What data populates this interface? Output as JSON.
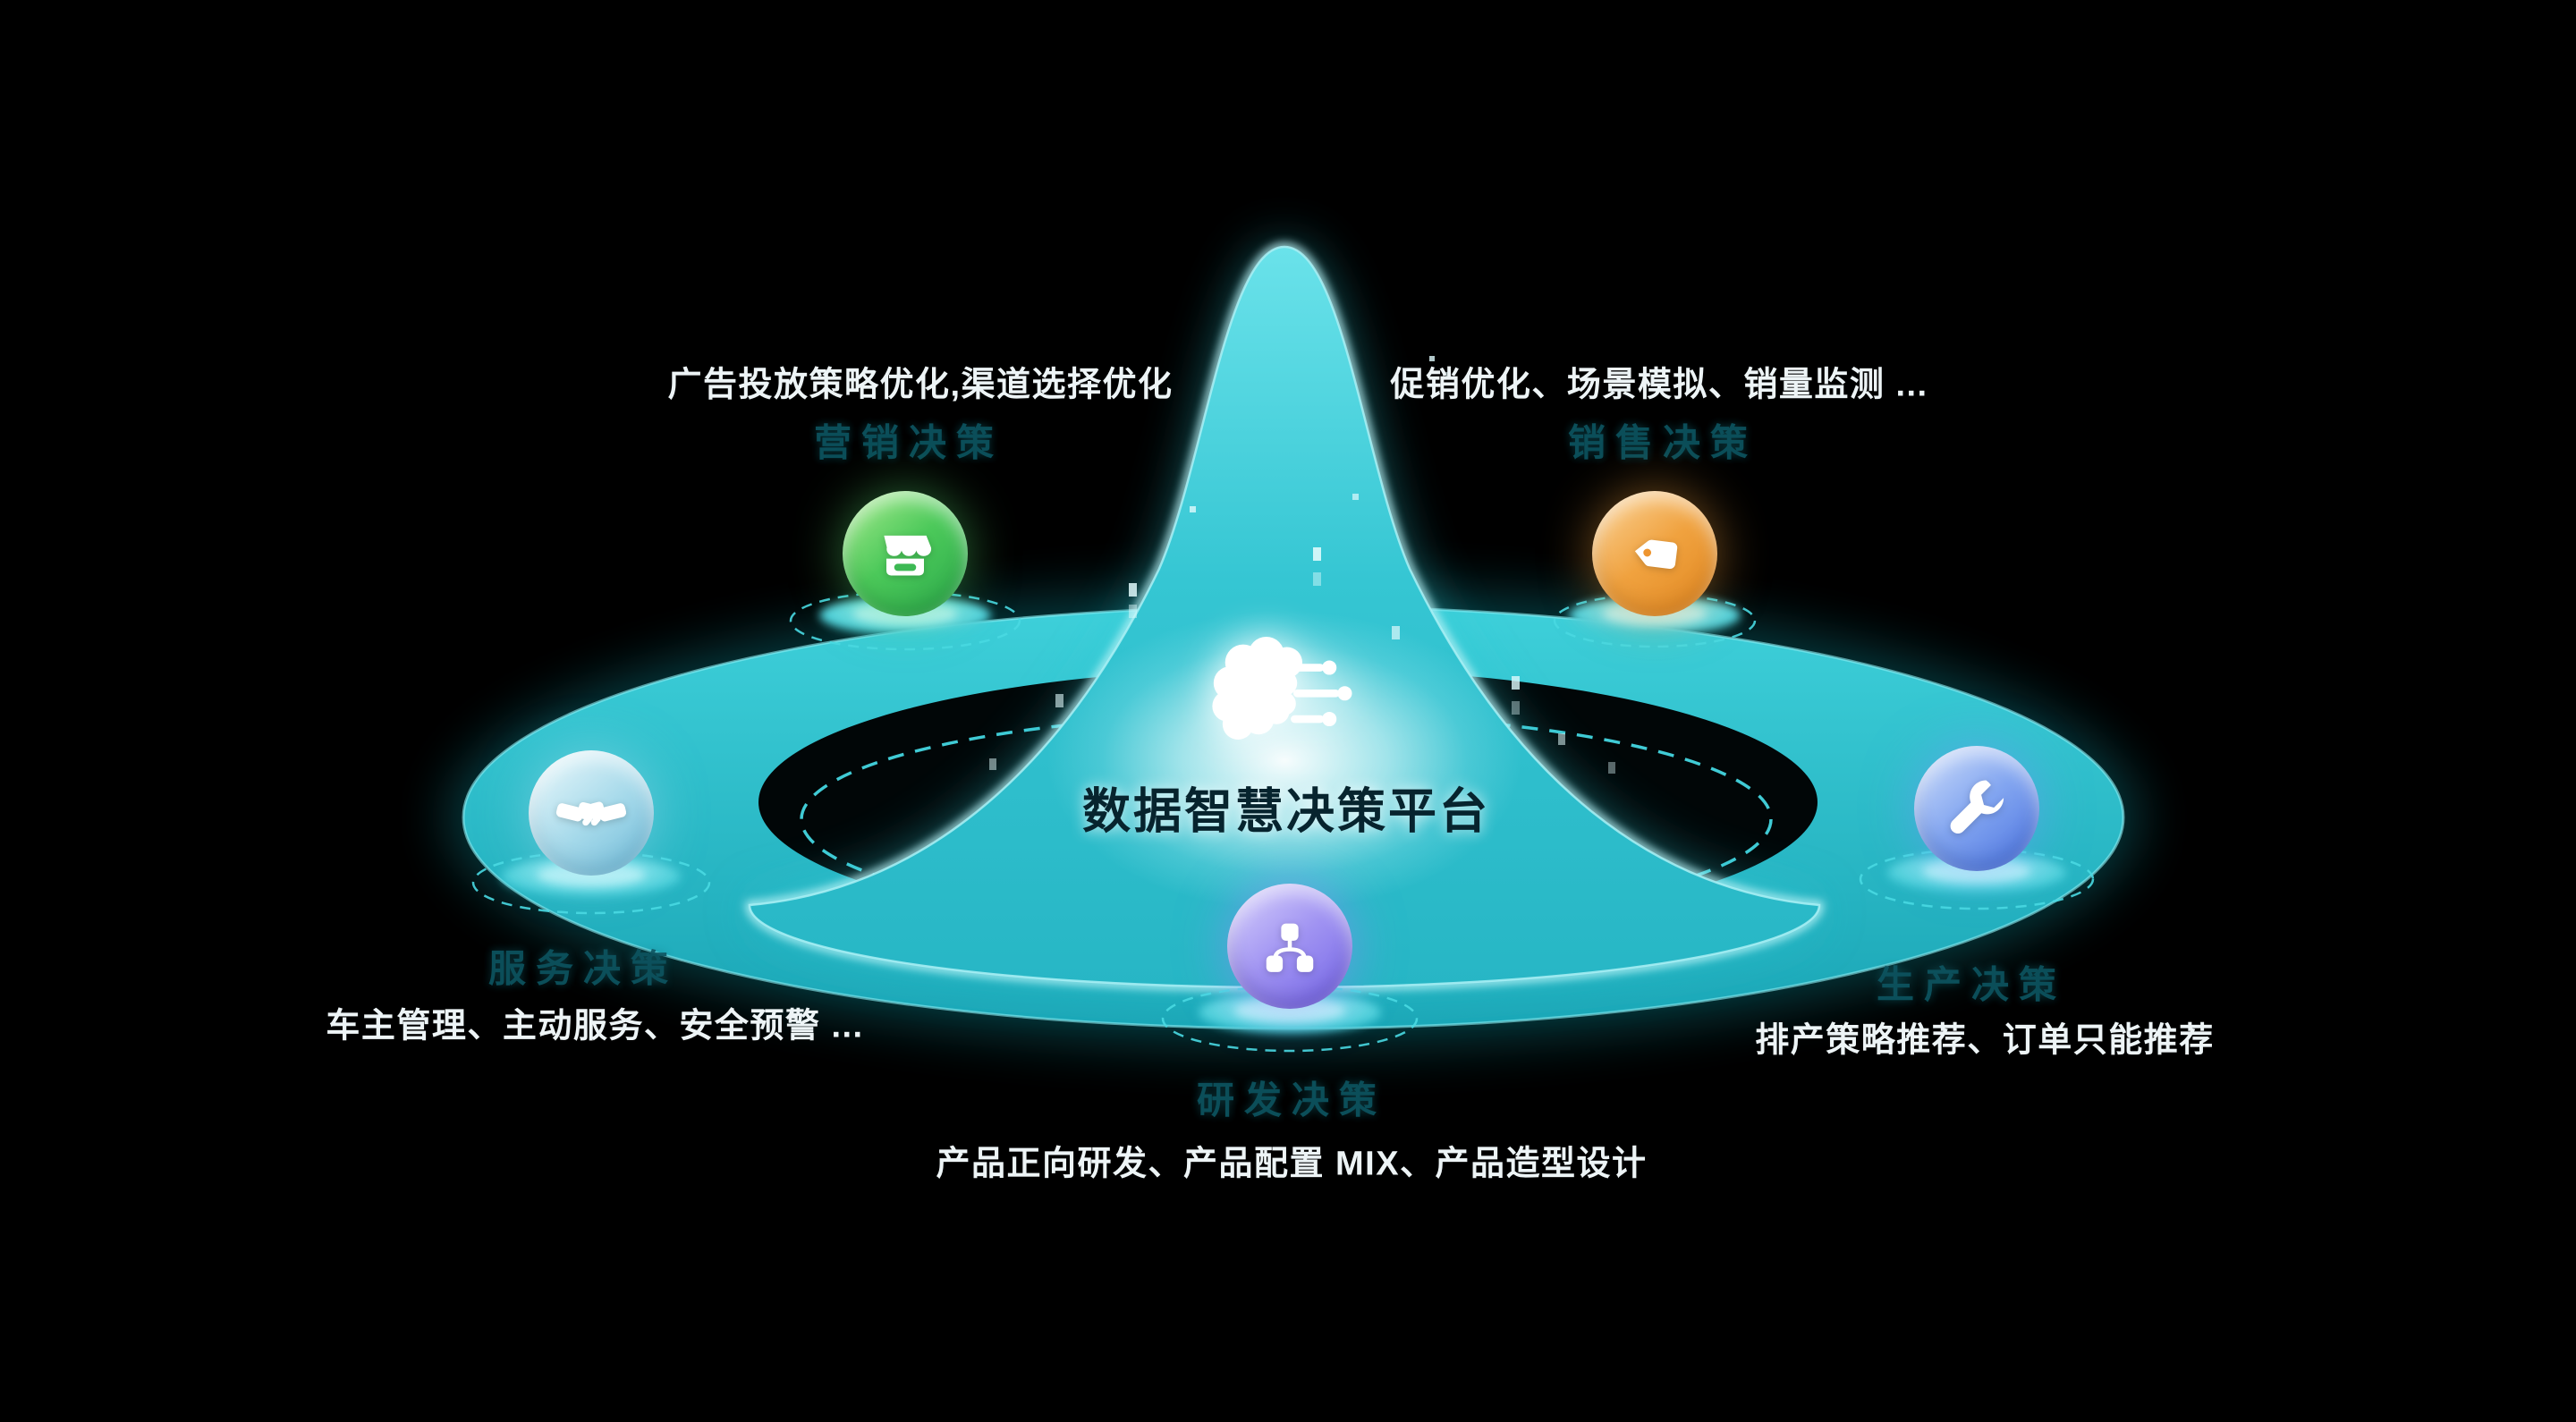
{
  "title": "数据智慧决策平台",
  "center_icon": "brain-circuit-icon",
  "colors": {
    "background": "#000000",
    "platform_teal": "#2bc5d2",
    "glow_white": "#ffffff",
    "marketing_green": "#3db954",
    "sales_orange": "#ee9530",
    "service_blue": "#74c3dd",
    "production_blue": "#5b82ea",
    "rnd_purple": "#8678ee"
  },
  "nodes": [
    {
      "id": "marketing",
      "label": "营销决策",
      "desc": "广告投放策略优化,渠道选择优化",
      "icon": "storefront-icon"
    },
    {
      "id": "sales",
      "label": "销售决策",
      "desc": "促销优化、场景模拟、销量监测 ...",
      "icon": "price-tag-icon"
    },
    {
      "id": "service",
      "label": "服务决策",
      "desc": "车主管理、主动服务、安全预警 ...",
      "icon": "handshake-icon"
    },
    {
      "id": "production",
      "label": "生产决策",
      "desc": "排产策略推荐、订单只能推荐",
      "icon": "wrench-icon"
    },
    {
      "id": "rnd",
      "label": "研发决策",
      "desc": "产品正向研发、产品配置 MIX、产品造型设计",
      "icon": "sitemap-icon"
    }
  ]
}
